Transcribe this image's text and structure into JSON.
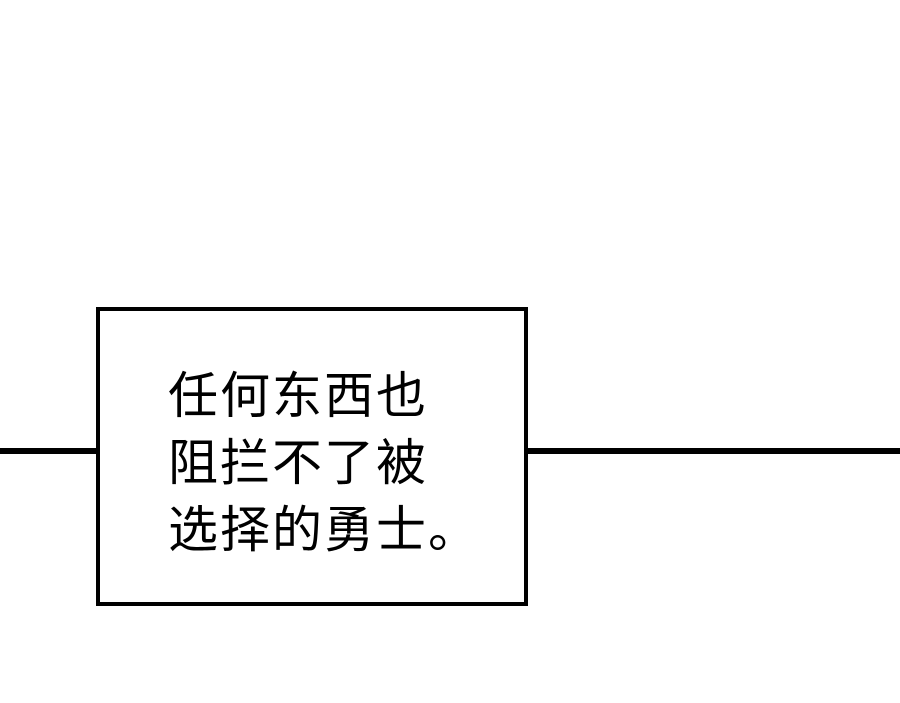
{
  "caption": {
    "lines": [
      "任何东西也",
      "阻拦不了被",
      "选择的勇士。"
    ]
  }
}
